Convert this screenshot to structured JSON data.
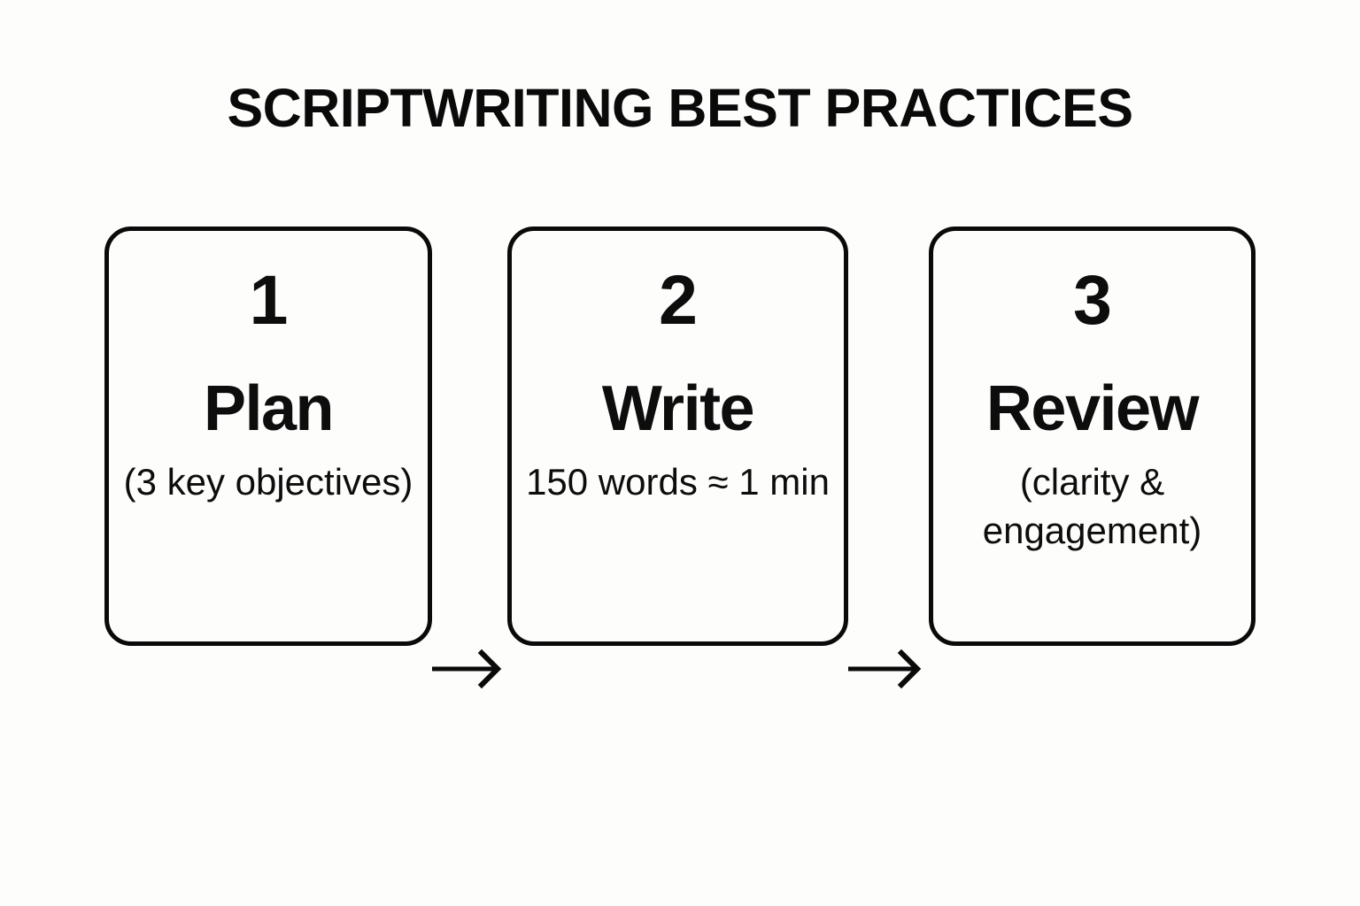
{
  "title": "SCRIPTWRITING BEST PRACTICES",
  "theme": {
    "background": "#fdfdfc",
    "ink": "#0a0a0a",
    "card_fill": "#fdfdfc"
  },
  "steps": [
    {
      "number": "1",
      "label": "Plan",
      "detail": "(3 key objectives)"
    },
    {
      "number": "2",
      "label": "Write",
      "detail": "150 words ≈ 1 min"
    },
    {
      "number": "3",
      "label": "Review",
      "detail": "(clarity & engagement)"
    }
  ],
  "connectors": [
    {
      "name": "arrow-step-1-to-2",
      "glyph": "→"
    },
    {
      "name": "arrow-step-2-to-3",
      "glyph": "→"
    }
  ]
}
